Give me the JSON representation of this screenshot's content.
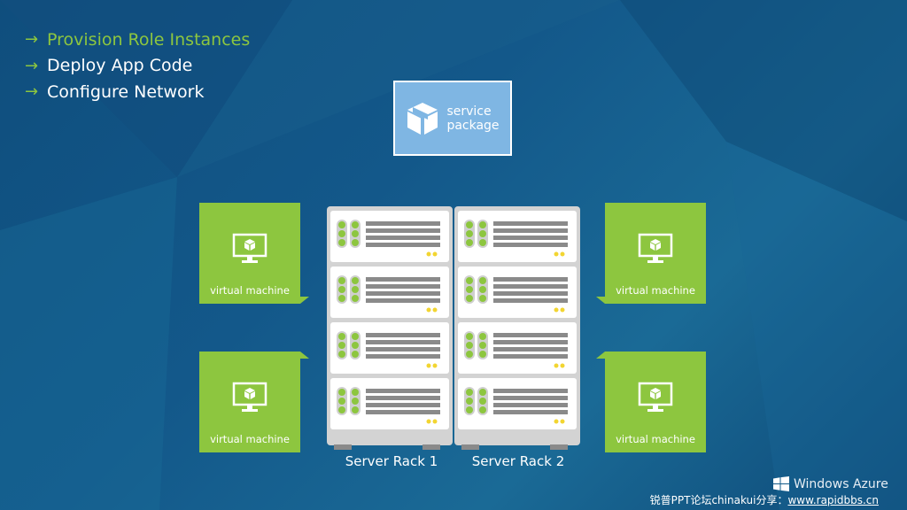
{
  "steps": [
    {
      "label": "Provision Role Instances",
      "active": true
    },
    {
      "label": "Deploy App Code",
      "active": false
    },
    {
      "label": "Configure Network",
      "active": false
    }
  ],
  "arrow_glyph": "→",
  "service_package": {
    "line1": "service",
    "line2": "package",
    "icon": "box-icon"
  },
  "virtual_machines": [
    {
      "label": "virtual machine",
      "icon": "monitor-icon"
    },
    {
      "label": "virtual machine",
      "icon": "monitor-icon"
    },
    {
      "label": "virtual machine",
      "icon": "monitor-icon"
    },
    {
      "label": "virtual machine",
      "icon": "monitor-icon"
    }
  ],
  "racks": [
    {
      "label": "Server Rack 1"
    },
    {
      "label": "Server Rack 2"
    }
  ],
  "branding": {
    "product": "Windows Azure",
    "icon": "windows-logo-icon"
  },
  "credit": {
    "prefix": "锐普PPT论坛chinakui分享：",
    "link": "www.rapidbbs.cn"
  },
  "colors": {
    "accent_green": "#8dc63f",
    "package_blue": "#7fb6e3",
    "background": "#13588a"
  }
}
